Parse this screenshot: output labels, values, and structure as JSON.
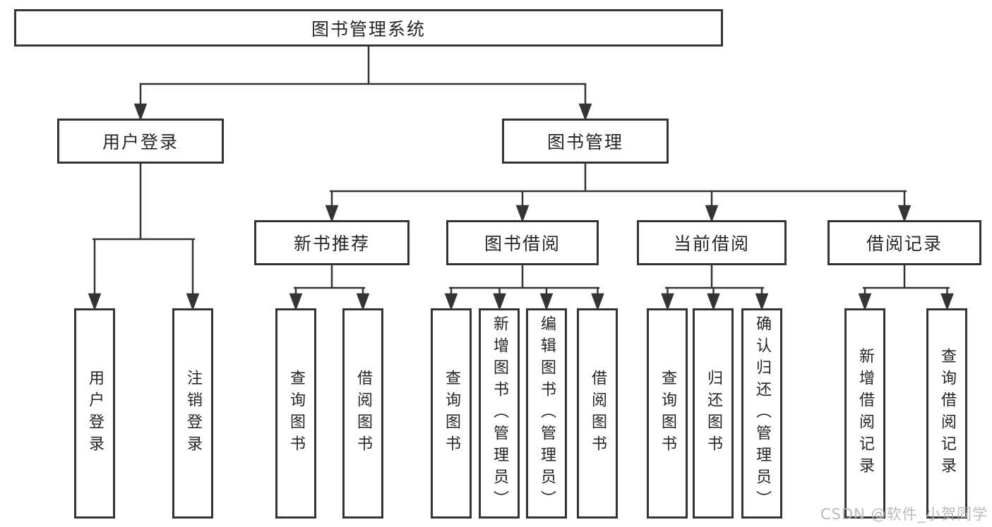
{
  "diagram": {
    "root": {
      "label": "图书管理系统"
    },
    "branches": {
      "user": {
        "label": "用户登录",
        "leaves": [
          {
            "label": "用户登录"
          },
          {
            "label": "注销登录"
          }
        ]
      },
      "books": {
        "label": "图书管理",
        "groups": [
          {
            "label": "新书推荐",
            "leaves": [
              {
                "label": "查询图书"
              },
              {
                "label": "借阅图书"
              }
            ]
          },
          {
            "label": "图书借阅",
            "leaves": [
              {
                "label": "查询图书"
              },
              {
                "label": "新增图书（管理员）"
              },
              {
                "label": "编辑图书（管理员）"
              },
              {
                "label": "借阅图书"
              }
            ]
          },
          {
            "label": "当前借阅",
            "leaves": [
              {
                "label": "查询图书"
              },
              {
                "label": "归还图书"
              },
              {
                "label": "确认归还（管理员）"
              }
            ]
          },
          {
            "label": "借阅记录",
            "leaves": [
              {
                "label": "新增借阅记录"
              },
              {
                "label": "查询借阅记录"
              }
            ]
          }
        ]
      }
    }
  },
  "watermark": {
    "text": "CSDN @软件_小贺同学"
  },
  "colors": {
    "line": "#343434",
    "text": "#262626",
    "watermark": "#b6b6b6",
    "background": "#ffffff"
  }
}
